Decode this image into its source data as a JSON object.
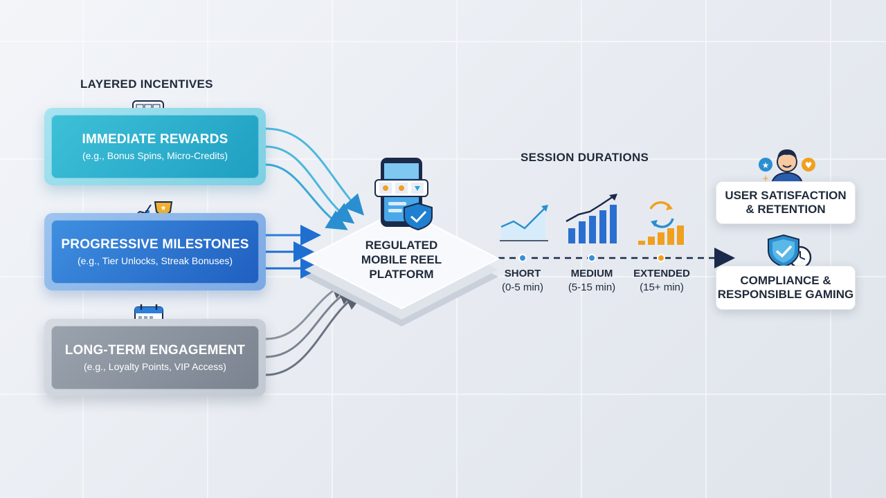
{
  "incentives": {
    "title": "Layered Incentives",
    "items": [
      {
        "title": "Immediate Rewards",
        "subtitle": "(e.g., Bonus Spins, Micro-Credits)"
      },
      {
        "title": "Progressive Milestones",
        "subtitle": "(e.g., Tier Unlocks, Streak Bonuses)"
      },
      {
        "title": "Long-Term Engagement",
        "subtitle": "(e.g., Loyalty Points, VIP Access)"
      }
    ]
  },
  "platform": {
    "lines": [
      "Regulated",
      "Mobile Reel",
      "Platform"
    ]
  },
  "sessions": {
    "title": "Session Durations",
    "stages": [
      {
        "name": "Short",
        "range": "(0-5 min)"
      },
      {
        "name": "Medium",
        "range": "(5-15 min)"
      },
      {
        "name": "Extended",
        "range": "(15+ min)"
      }
    ]
  },
  "outcomes": [
    {
      "lines": [
        "User Satisfaction",
        "& Retention"
      ]
    },
    {
      "lines": [
        "Compliance &",
        "Responsible Gaming"
      ]
    }
  ],
  "colors": {
    "teal": "#1f9fc2",
    "blue": "#1f5fc0",
    "gray": "#7a838f",
    "navy": "#1b2a4a",
    "orange": "#f0a020",
    "dark_text": "#1f2a3a"
  },
  "icons": {
    "immediate": "slot-machine-coin-icon",
    "progressive": "trophy-chart-icon",
    "long_term": "calendar-star-icon",
    "platform": "smartphone-shield-icon",
    "short": "line-chart-icon",
    "medium": "bar-chart-icon",
    "extended": "cycle-chart-icon",
    "user": "user-avatar-icon",
    "compliance": "shield-clock-icon"
  }
}
